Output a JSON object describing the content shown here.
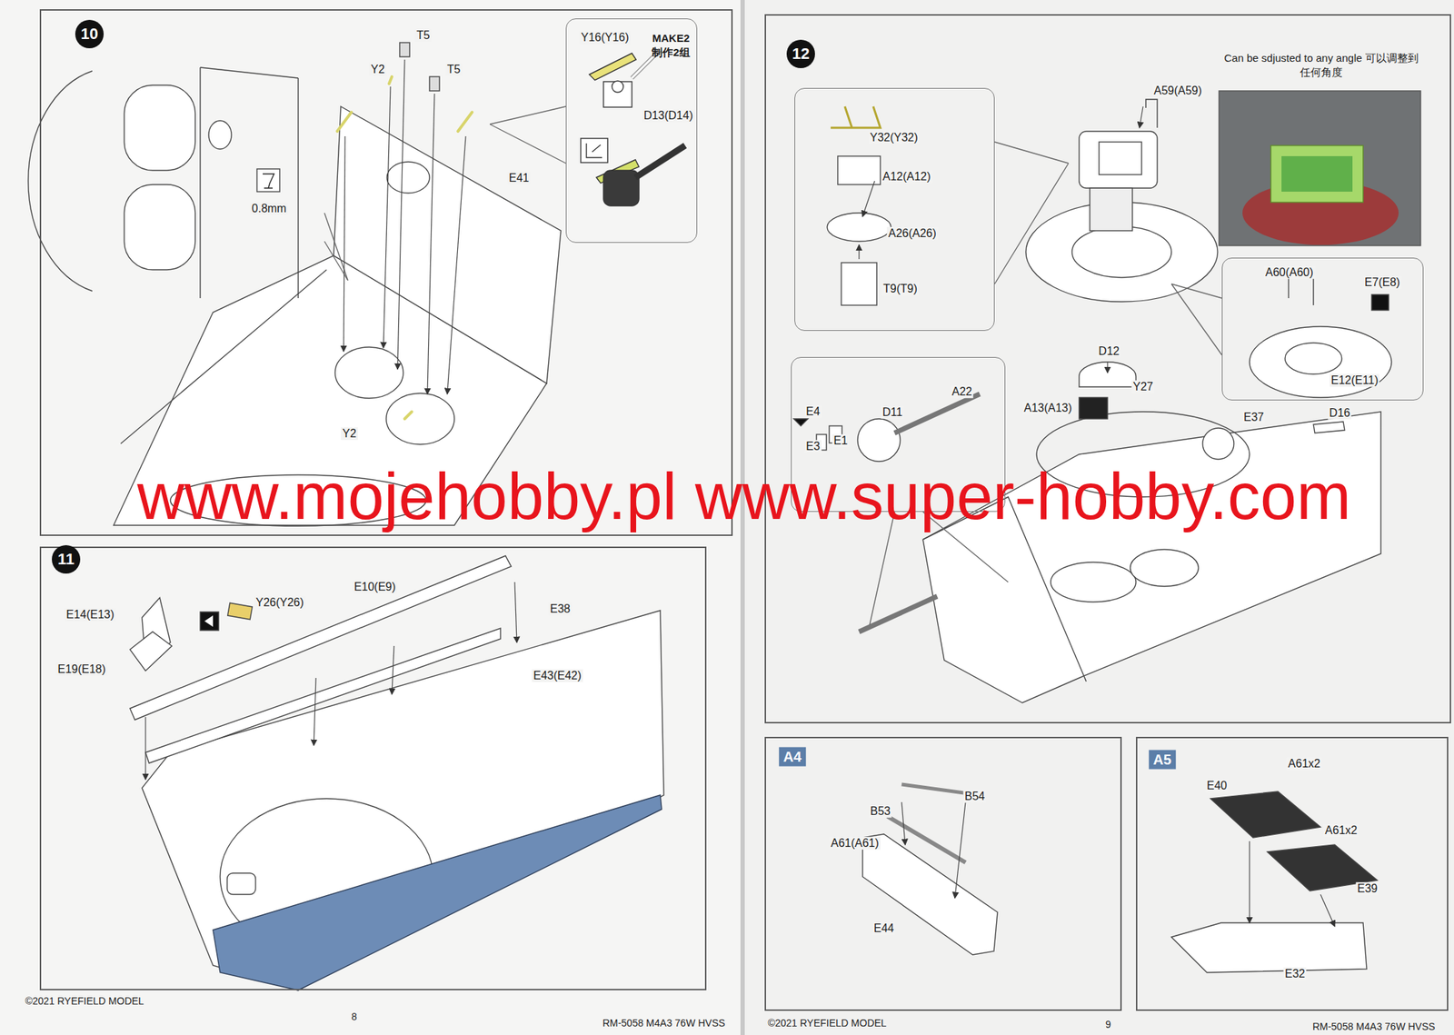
{
  "diagram": {
    "nodes": [
      {
        "text": [
          "10"
        ]
      },
      {
        "text": [
          "Y16(Y16)",
          "MAKE2 制作2组",
          "D13(D14)"
        ],
        "in": 0
      },
      {
        "text": [
          "11"
        ]
      },
      {
        "text": [
          "12"
        ]
      },
      {
        "text": [
          "Y32(Y32)",
          "A12(A12)",
          "A26(A26)",
          "T9(T9)"
        ],
        "in": 3
      },
      {
        "text": [
          "Can be sdjusted to any angle 可以调整到任何角度"
        ],
        "in": 3
      },
      {
        "text": [
          "A60(A60)",
          "E7(E8)",
          "E12(E11)"
        ],
        "in": 3
      },
      {
        "text": [
          "E4",
          "E1",
          "E3",
          "D11",
          "A22"
        ],
        "in": 3
      },
      {
        "text": [
          "A4",
          "B54",
          "B53",
          "A61(A61)",
          "E44"
        ]
      },
      {
        "text": [
          "A5",
          "A61x2",
          "E40",
          "A61x2",
          "E39",
          "E32"
        ]
      }
    ],
    "labels": [
      "T5",
      "T5",
      "Y2",
      "E41",
      "0.8mm",
      "Y2",
      "E14(E13)",
      "Y26(Y26)",
      "E10(E9)",
      "E38",
      "E43(E42)",
      "E19(E18)",
      "A59(A59)",
      "D12",
      "Y27",
      "A13(A13)",
      "E37",
      "D16",
      "www.mojehobby.pl www.super-hobby.com",
      "©2021 RYEFIELD MODEL",
      "8",
      "RM-5058 M4A3 76W HVSS",
      "©2021 RYEFIELD MODEL",
      "9",
      "RM-5058 M4A3 76W HVSS"
    ]
  }
}
